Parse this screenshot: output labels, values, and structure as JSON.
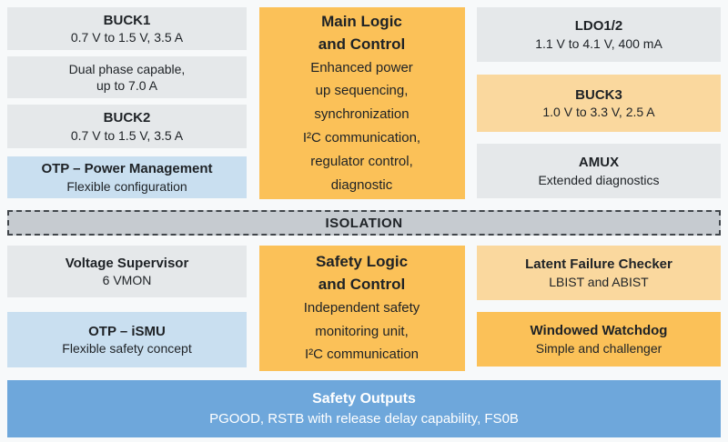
{
  "colors": {
    "bg": "#F7F9FA",
    "block_gray": "#E5E8EA",
    "block_blue": "#C9DFF0",
    "block_orange": "#FBC158",
    "block_orange_light": "#FAD89E",
    "isolation_fill": "#C6CBD0",
    "isolation_border": "#41464B",
    "footer_blue": "#6EA7DB",
    "text_dark": "#1E2226",
    "text_white": "#FFFFFF"
  },
  "top": {
    "left_column": [
      {
        "title": "BUCK1",
        "body": "0.7 V to 1.5 V, 3.5 A"
      },
      {
        "title": "",
        "body": "Dual phase capable,\nup to 7.0 A"
      },
      {
        "title": "BUCK2",
        "body": "0.7 V to 1.5 V, 3.5 A"
      },
      {
        "title": "OTP – Power Management",
        "body": "Flexible configuration"
      }
    ],
    "center": {
      "title": "Main Logic\nand Control",
      "body": "Enhanced power\nup sequencing,\nsynchronization\nI²C communication,\nregulator control,\ndiagnostic"
    },
    "right_column": [
      {
        "title": "LDO1/2",
        "body": "1.1 V to 4.1 V, 400 mA"
      },
      {
        "title": "BUCK3",
        "body": "1.0 V to 3.3 V, 2.5 A"
      },
      {
        "title": "AMUX",
        "body": "Extended diagnostics"
      }
    ]
  },
  "isolation": {
    "label": "ISOLATION"
  },
  "safety": {
    "left_column": [
      {
        "title": "Voltage Supervisor",
        "body": "6 VMON"
      },
      {
        "title": "OTP – iSMU",
        "body": "Flexible safety concept"
      }
    ],
    "center": {
      "title": "Safety Logic\nand Control",
      "body": "Independent safety\nmonitoring unit,\nI²C communication"
    },
    "right_column": [
      {
        "title": "Latent Failure Checker",
        "body": "LBIST and ABIST"
      },
      {
        "title": "Windowed Watchdog",
        "body": "Simple and challenger"
      }
    ]
  },
  "footer": {
    "title": "Safety Outputs",
    "body": "PGOOD, RSTB with release delay capability, FS0B"
  }
}
